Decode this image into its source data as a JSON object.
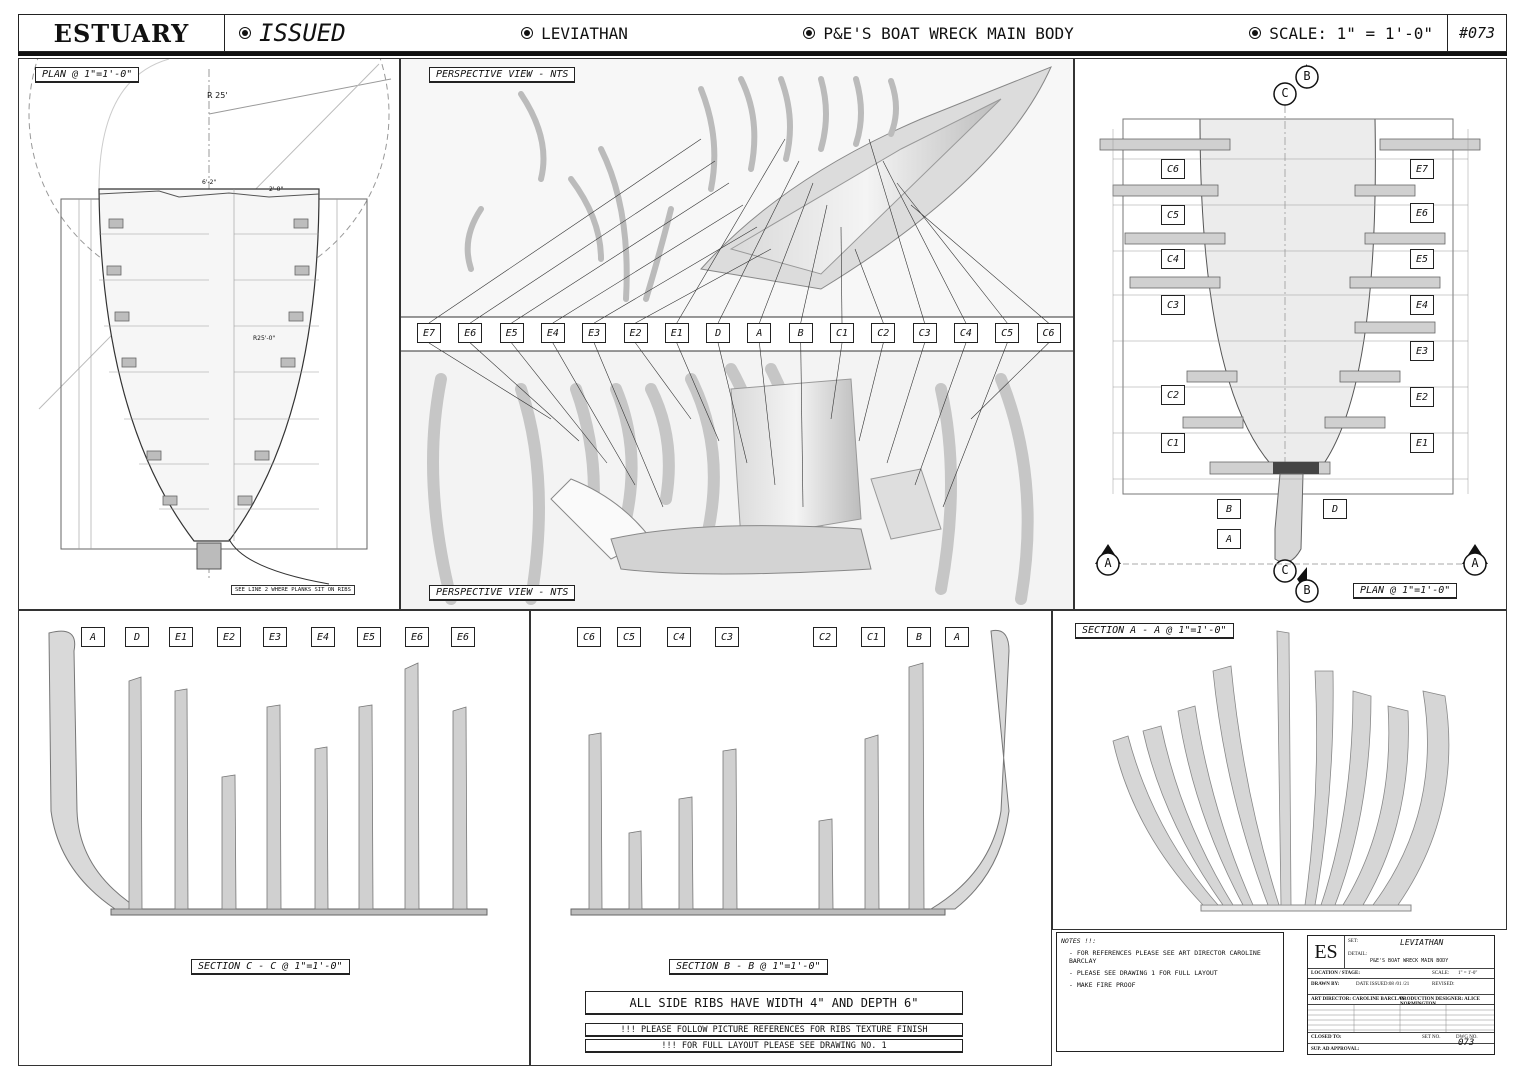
{
  "title_block": {
    "studio": "ESTUARY",
    "status": "ISSUED",
    "production": "LEVIATHAN",
    "description": "P&E'S BOAT WRECK MAIN BODY",
    "scale": "SCALE: 1\" = 1'-0\"",
    "drawing_number": "#073"
  },
  "views": {
    "plan_left": "PLAN  @  1\"=1'-0\"",
    "perspective_top": "PERSPECTIVE VIEW - NTS",
    "perspective_bottom": "PERSPECTIVE VIEW - NTS",
    "plan_right": "PLAN  @  1\"=1'-0\"",
    "section_cc": "SECTION  C - C   @   1\"=1'-0\"",
    "section_bb": "SECTION  B - B   @   1\"=1'-0\"",
    "section_aa": "SECTION  A - A   @   1\"=1'-0\""
  },
  "plan_left_notes": {
    "radius": "R 25'",
    "planks_note": "SEE LINE 2 WHERE PLANKS SIT ON RIBS",
    "width_top": "6'-2\"",
    "width_right": "2'-0\"",
    "r_curve": "R25'-0\""
  },
  "rib_tags_row": [
    "E7",
    "E6",
    "E5",
    "E4",
    "E3",
    "E2",
    "E1",
    "D",
    "A",
    "B",
    "C1",
    "C2",
    "C3",
    "C4",
    "C5",
    "C6"
  ],
  "plan_right_tags": {
    "left": [
      "C6",
      "C5",
      "C4",
      "C3",
      "C2",
      "C1"
    ],
    "right": [
      "E7",
      "E6",
      "E5",
      "E4",
      "E3",
      "E2",
      "E1"
    ],
    "bottom": [
      "B",
      "D",
      "A"
    ],
    "section_markers": [
      "C",
      "B",
      "A"
    ]
  },
  "section_cc_tags": [
    "A",
    "D",
    "E1",
    "E2",
    "E3",
    "E4",
    "E5",
    "E6",
    "E6"
  ],
  "section_bb_tags": [
    "C6",
    "C5",
    "C4",
    "C3",
    "C2",
    "C1",
    "B",
    "A"
  ],
  "callouts": {
    "main": "ALL SIDE RIBS HAVE WIDTH 4\" AND DEPTH 6\"",
    "line1": "!!! PLEASE FOLLOW PICTURE REFERENCES FOR RIBS TEXTURE FINISH",
    "line2": "!!! FOR FULL LAYOUT PLEASE SEE DRAWING NO. 1"
  },
  "notes": {
    "heading": "NOTES !!:",
    "items": [
      "-   FOR REFERENCES PLEASE SEE ART DIRECTOR CAROLINE BARCLAY",
      "-   PLEASE SEE DRAWING 1 FOR FULL LAYOUT",
      "-   MAKE FIRE PROOF"
    ]
  },
  "legend_box": {
    "logo": "ES",
    "set_label": "SET:",
    "set_value": "LEVIATHAN",
    "detail_label": "DETAIL:",
    "detail_value": "P&E'S BOAT WRECK MAIN BODY",
    "location": "LOCATION / STAGE:",
    "scale_label": "SCALE:",
    "scale_value": "1\" = 1'-0\"",
    "drawn_by": "DRAWN BY:",
    "date_issued": "DATE ISSUED:08 /01 /21",
    "revised": "REVISED:",
    "art_director": "ART DIRECTOR: CAROLINE BARCLAY",
    "production_designer": "PRODUCTION DESIGNER: ALICE NORMINGTON",
    "closed_to": "CLOSED TO:",
    "sup_ad": "SUP. AD APPROVAL:",
    "set_no": "SET NO.",
    "dwg_no": "DWG NO.",
    "dwg_value": "073"
  },
  "colors": {
    "ink": "#111111",
    "wood": "#c8c8c8",
    "paper": "#ffffff"
  }
}
